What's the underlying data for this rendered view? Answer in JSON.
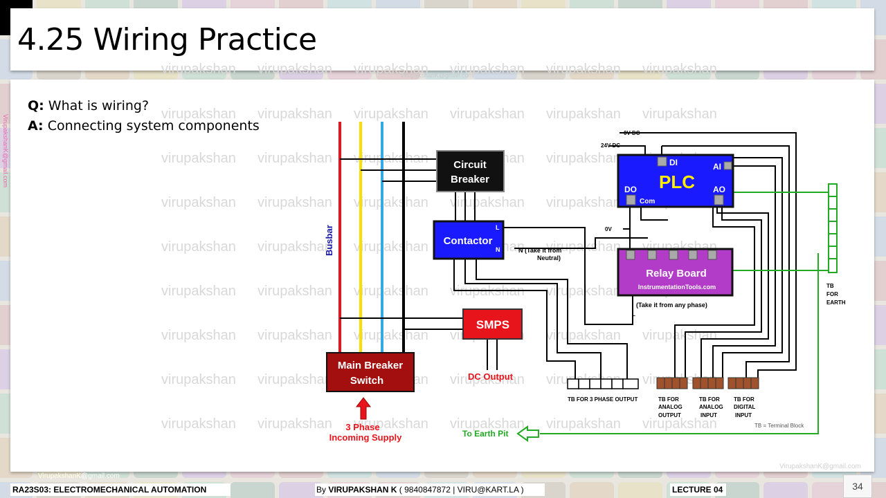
{
  "slide": {
    "title": "4.25 Wiring Practice",
    "q_label": "Q:",
    "q_text": "What is wiring?",
    "a_label": "A:",
    "a_text": "Connecting system components",
    "side_email": "VirupakshanK@gmail.com",
    "page_number": "34"
  },
  "diagram": {
    "busbar": "Busbar",
    "circuit_breaker": [
      "Circuit",
      "Breaker"
    ],
    "contactor": "Contactor",
    "contactor_l": "L",
    "contactor_n": "N",
    "neutral_note": [
      "N (Take it from",
      "Neutral)"
    ],
    "smps": "SMPS",
    "dc_output": "DC Output",
    "main_breaker": [
      "Main Breaker",
      "Switch"
    ],
    "supply": [
      "3 Phase",
      "Incoming Supply"
    ],
    "plc": "PLC",
    "plc_di": "DI",
    "plc_ai": "AI",
    "plc_do": "DO",
    "plc_com": "Com",
    "plc_ao": "AO",
    "dc_0v": "0V DC",
    "dc_24v": "24V DC",
    "zero_v": "0V",
    "relay_board": "Relay Board",
    "relay_site": "InstrumentationTools.com",
    "phase_note": "(Take it from any phase)",
    "phase_l": "L",
    "tb_earth": [
      "TB",
      "FOR",
      "EARTH"
    ],
    "tb_3phase": "TB FOR 3 PHASE OUTPUT",
    "tb_analog_out": [
      "TB FOR",
      "ANALOG",
      "OUTPUT"
    ],
    "tb_analog_in": [
      "TB FOR",
      "ANALOG",
      "INPUT"
    ],
    "tb_digital_in": [
      "TB FOR",
      "DIGITAL",
      "INPUT"
    ],
    "earth_pit": "To Earth Pit",
    "tb_legend": "TB = Terminal Block"
  },
  "watermark": {
    "word": "virupakshan",
    "email": "VirupakshanK@gmail.com"
  },
  "footer": {
    "course": "RA23S03:   ELECTROMECHANICAL AUTOMATION",
    "author_prefix": "By ",
    "author_name": "VIRUPAKSHAN K",
    "author_contact": " ( 9840847872 | VIRU@KART.LA )",
    "lecture": "LECTURE 04",
    "email": "VirupakshanK@gmail.com"
  },
  "colors": {
    "phase_red": "#e8141c",
    "phase_yellow": "#f7e000",
    "phase_blue": "#35a8e6",
    "plc_blue": "#1a1aff",
    "relay_purple": "#b23cc8",
    "smps_red": "#e8141c",
    "breaker_dark_red": "#a30e0e",
    "earth_green": "#22aa22"
  }
}
